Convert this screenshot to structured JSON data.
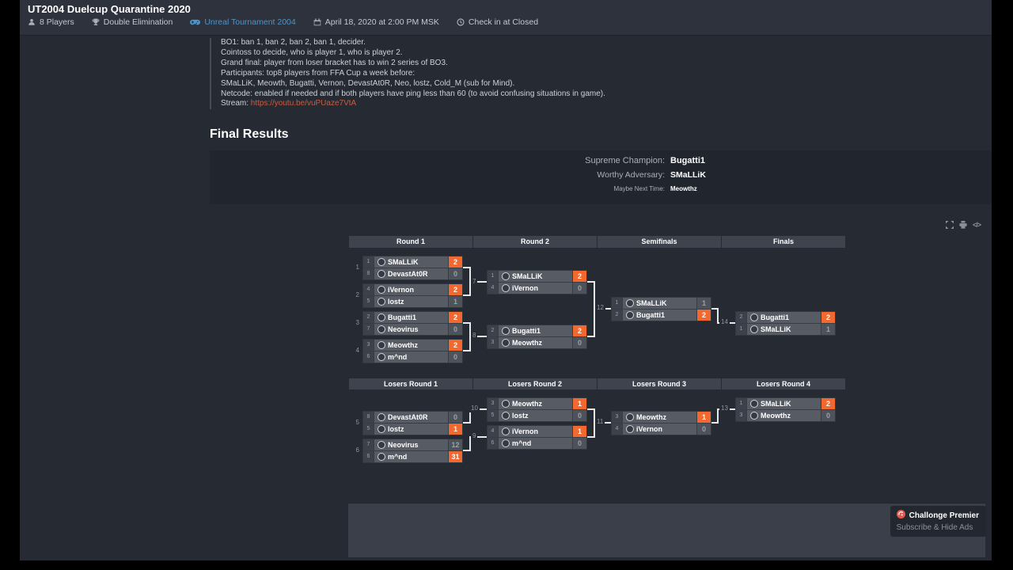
{
  "header": {
    "title": "UT2004 Duelcup Quarantine 2020",
    "meta": [
      {
        "icon": "players-icon",
        "label": "8 Players"
      },
      {
        "icon": "trophy-icon",
        "label": "Double Elimination"
      },
      {
        "icon": "game-icon",
        "label": "Unreal Tournament 2004"
      },
      {
        "icon": "calendar-icon",
        "label": "April 18, 2020 at 2:00 PM MSK"
      },
      {
        "icon": "clock-icon",
        "label": "Check in at Closed"
      }
    ]
  },
  "description": {
    "lines": [
      "BO1: ban 1, ban 2, ban 2, ban 1, decider.",
      "Cointoss to decide, who is player 1, who is player 2.",
      "Grand final: player from loser bracket has to win 2 series of BO3.",
      "Participants: top8 players from FFA Cup a week before:",
      "SMaLLiK, Meowth, Bugatti, Vernon, DevastAt0R, Neo, lostz, Cold_M (sub for Mind).",
      "Netcode: enabled if needed and if both players have ping less than 60 (to avoid confusing situations in game)."
    ],
    "stream_label": "Stream:",
    "stream_url": "https://youtu.be/vuPUaze7VtA"
  },
  "final_results": {
    "heading": "Final Results",
    "rows": [
      {
        "label": "Supreme Champion:",
        "value": "Bugatti1"
      },
      {
        "label": "Worthy Adversary:",
        "value": "SMaLLiK"
      },
      {
        "label": "Maybe Next Time:",
        "value": "Meowthz"
      }
    ]
  },
  "bracket": {
    "embed_label": "</>",
    "winners_headers": [
      "Round 1",
      "Round 2",
      "Semifinals",
      "Finals"
    ],
    "losers_headers": [
      "Losers Round 1",
      "Losers Round 2",
      "Losers Round 3",
      "Losers Round 4"
    ],
    "matches": [
      {
        "n": "1",
        "top": {
          "seed": "1",
          "name": "SMaLLiK",
          "score": "2",
          "win": true
        },
        "bottom": {
          "seed": "8",
          "name": "DevastAt0R",
          "score": "0",
          "win": false
        }
      },
      {
        "n": "2",
        "top": {
          "seed": "4",
          "name": "iVernon",
          "score": "2",
          "win": true
        },
        "bottom": {
          "seed": "5",
          "name": "lostz",
          "score": "1",
          "win": false
        }
      },
      {
        "n": "3",
        "top": {
          "seed": "2",
          "name": "Bugatti1",
          "score": "2",
          "win": true
        },
        "bottom": {
          "seed": "7",
          "name": "Neovirus",
          "score": "0",
          "win": false
        }
      },
      {
        "n": "4",
        "top": {
          "seed": "3",
          "name": "Meowthz",
          "score": "2",
          "win": true
        },
        "bottom": {
          "seed": "6",
          "name": "m^nd",
          "score": "0",
          "win": false
        }
      },
      {
        "n": "7",
        "top": {
          "seed": "1",
          "name": "SMaLLiK",
          "score": "2",
          "win": true
        },
        "bottom": {
          "seed": "4",
          "name": "iVernon",
          "score": "0",
          "win": false
        }
      },
      {
        "n": "8",
        "top": {
          "seed": "2",
          "name": "Bugatti1",
          "score": "2",
          "win": true
        },
        "bottom": {
          "seed": "3",
          "name": "Meowthz",
          "score": "0",
          "win": false
        }
      },
      {
        "n": "12",
        "top": {
          "seed": "1",
          "name": "SMaLLiK",
          "score": "1",
          "win": false
        },
        "bottom": {
          "seed": "2",
          "name": "Bugatti1",
          "score": "2",
          "win": true
        }
      },
      {
        "n": "14",
        "top": {
          "seed": "2",
          "name": "Bugatti1",
          "score": "2",
          "win": true
        },
        "bottom": {
          "seed": "1",
          "name": "SMaLLiK",
          "score": "1",
          "win": false
        }
      },
      {
        "n": "5",
        "top": {
          "seed": "8",
          "name": "DevastAt0R",
          "score": "0",
          "win": false
        },
        "bottom": {
          "seed": "5",
          "name": "lostz",
          "score": "1",
          "win": true
        }
      },
      {
        "n": "6",
        "top": {
          "seed": "7",
          "name": "Neovirus",
          "score": "12",
          "win": false
        },
        "bottom": {
          "seed": "6",
          "name": "m^nd",
          "score": "31",
          "win": true
        }
      },
      {
        "n": "10",
        "top": {
          "seed": "3",
          "name": "Meowthz",
          "score": "1",
          "win": true
        },
        "bottom": {
          "seed": "5",
          "name": "lostz",
          "score": "0",
          "win": false
        }
      },
      {
        "n": "9",
        "top": {
          "seed": "4",
          "name": "iVernon",
          "score": "1",
          "win": true
        },
        "bottom": {
          "seed": "6",
          "name": "m^nd",
          "score": "0",
          "win": false
        }
      },
      {
        "n": "11",
        "top": {
          "seed": "3",
          "name": "Meowthz",
          "score": "1",
          "win": true
        },
        "bottom": {
          "seed": "4",
          "name": "iVernon",
          "score": "0",
          "win": false
        }
      },
      {
        "n": "13",
        "top": {
          "seed": "1",
          "name": "SMaLLiK",
          "score": "2",
          "win": true
        },
        "bottom": {
          "seed": "3",
          "name": "Meowthz",
          "score": "0",
          "win": false
        }
      }
    ]
  },
  "ad": {
    "badge_title": "Challonge Premier",
    "badge_subtitle": "Subscribe & Hide Ads"
  },
  "colors": {
    "accent_orange": "#f2682f",
    "link_blue": "#4f94c8",
    "stream_link": "#ca5c41",
    "logo_red": "#e05a4d",
    "page_bg": "#262a33"
  }
}
